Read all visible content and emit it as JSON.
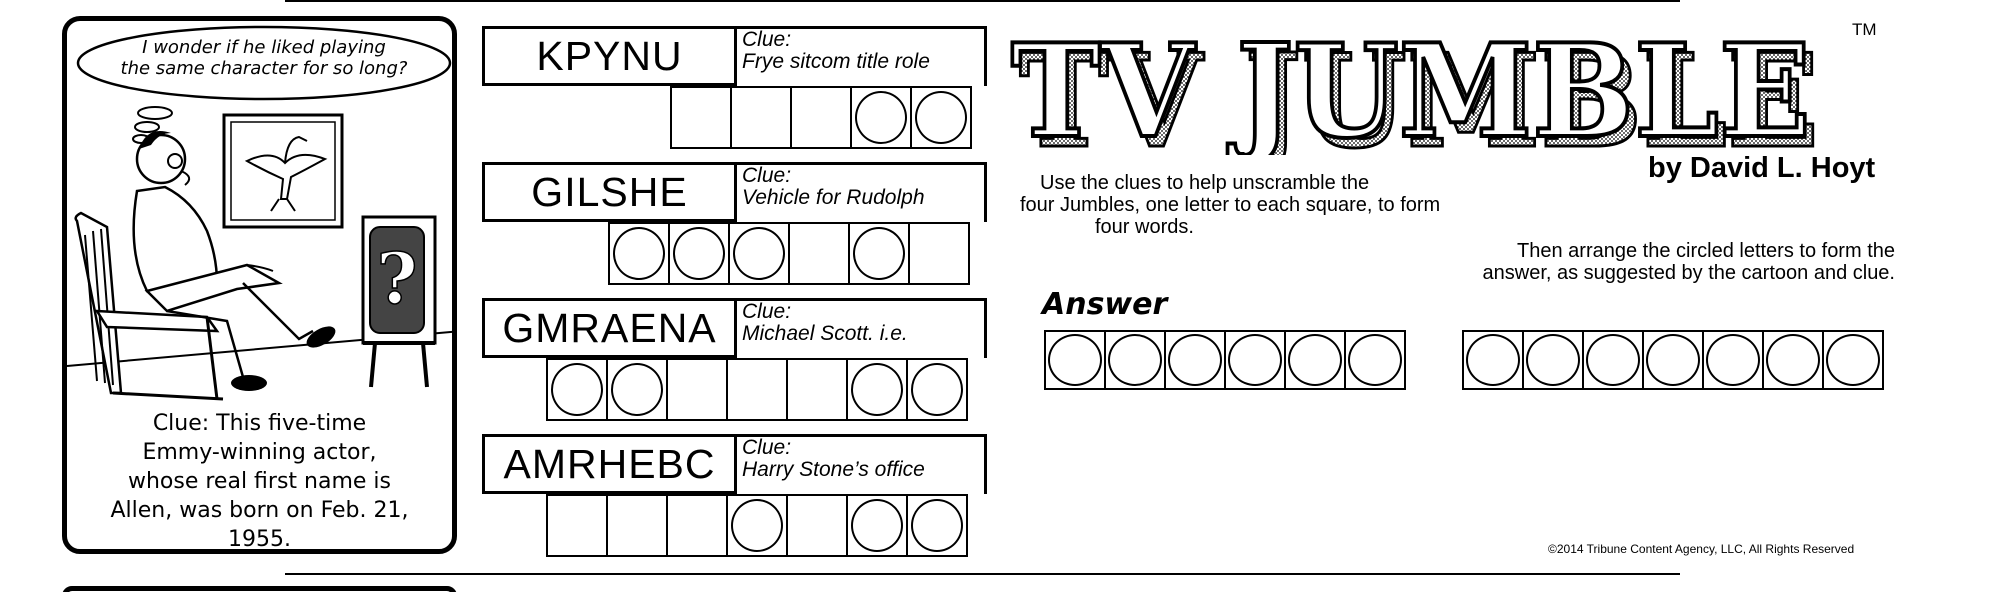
{
  "cartoon": {
    "thought_line1": "I wonder if he liked playing",
    "thought_line2": "the same character for so long?",
    "tv_symbol": "?",
    "clue_lines": [
      "Clue:  This five-time",
      "Emmy-winning actor,",
      "whose real first name is",
      "Allen, was born on Feb. 21,",
      "1955."
    ]
  },
  "jumbles": [
    {
      "scrambled": "KPYNU",
      "clue_label": "Clue:",
      "clue": "Frye sitcom title role",
      "circles": [
        false,
        false,
        false,
        true,
        true
      ]
    },
    {
      "scrambled": "GILSHE",
      "clue_label": "Clue:",
      "clue": "Vehicle for Rudolph",
      "circles": [
        true,
        true,
        true,
        false,
        true,
        false
      ]
    },
    {
      "scrambled": "GMRAENA",
      "clue_label": "Clue:",
      "clue": "Michael Scott. i.e.",
      "circles": [
        true,
        true,
        false,
        false,
        false,
        true,
        true
      ]
    },
    {
      "scrambled": "AMRHEBC",
      "clue_label": "Clue:",
      "clue": "Harry Stone’s office",
      "circles": [
        false,
        false,
        false,
        true,
        false,
        true,
        true
      ]
    }
  ],
  "header": {
    "title": "TV JUMBLE",
    "trademark": "TM",
    "byline": "by David L. Hoyt"
  },
  "instructions": {
    "line1": "Use the clues to help unscramble the",
    "line2": "four Jumbles, one letter to each square, to form",
    "line3": "four words.",
    "line4": "Then arrange the circled letters to form the",
    "line5": "answer, as suggested by the cartoon and clue."
  },
  "answer": {
    "label": "Answer",
    "groups": [
      6,
      7
    ]
  },
  "footer": {
    "copyright": "©2014 Tribune Content Agency, LLC, All Rights Reserved"
  }
}
